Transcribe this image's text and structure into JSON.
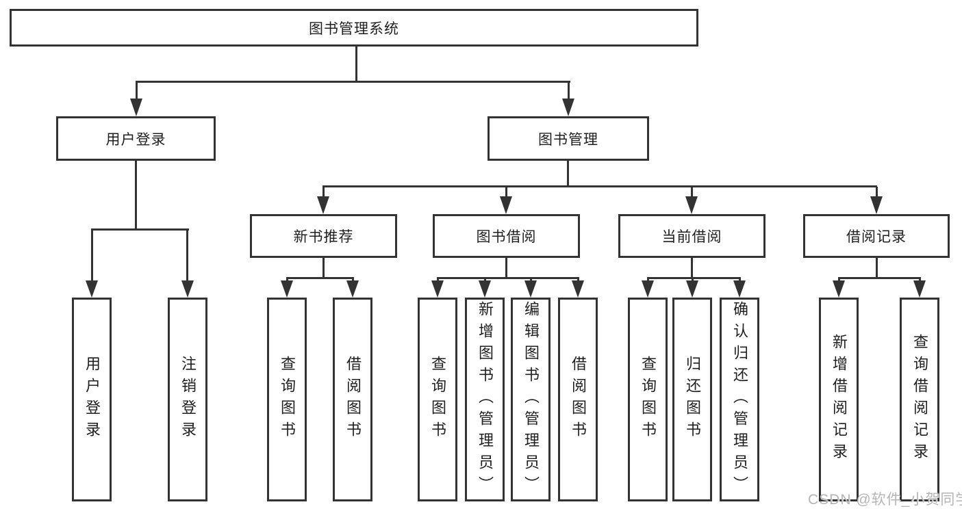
{
  "diagram": {
    "root": "图书管理系统",
    "branches": [
      {
        "label": "用户登录",
        "children": [
          "用户登录",
          "注销登录"
        ]
      },
      {
        "label": "图书管理",
        "children": [
          {
            "label": "新书推荐",
            "children": [
              "查询图书",
              "借阅图书"
            ]
          },
          {
            "label": "图书借阅",
            "children": [
              "查询图书",
              "新增图书（管理员）",
              "编辑图书（管理员）",
              "借阅图书"
            ]
          },
          {
            "label": "当前借阅",
            "children": [
              "查询图书",
              "归还图书",
              "确认归还（管理员）"
            ]
          },
          {
            "label": "借阅记录",
            "children": [
              "新增借阅记录",
              "查询借阅记录"
            ]
          }
        ]
      }
    ]
  },
  "colors": {
    "line": "#333333",
    "box_border": "#333333",
    "watermark": "#b5b5b5"
  },
  "watermark": "CSDN @软件_小贺同学"
}
